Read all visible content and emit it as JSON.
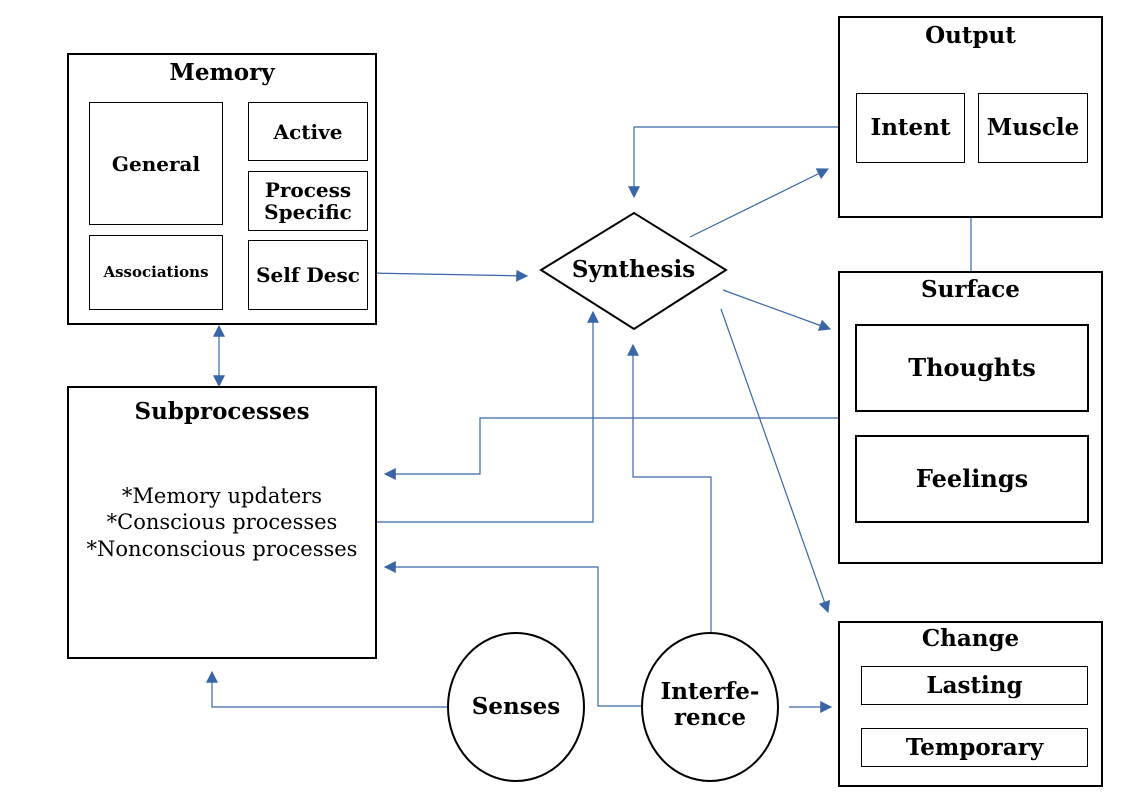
{
  "memory": {
    "title": "Memory",
    "general": "General",
    "active": "Active",
    "process_specific": "Process Specific",
    "associations": "Associations",
    "self_desc": "Self Desc"
  },
  "subprocesses": {
    "title": "Subprocesses",
    "items": [
      "*Memory updaters",
      "*Conscious processes",
      "*Nonconscious processes"
    ]
  },
  "synthesis": "Synthesis",
  "output": {
    "title": "Output",
    "intent": "Intent",
    "muscle": "Muscle"
  },
  "surface": {
    "title": "Surface",
    "thoughts": "Thoughts",
    "feelings": "Feelings"
  },
  "change": {
    "title": "Change",
    "lasting": "Lasting",
    "temporary": "Temporary"
  },
  "senses": "Senses",
  "interference": "Interfe-\nrence",
  "colors": {
    "arrow": "#3a66a8",
    "border": "#000000"
  }
}
